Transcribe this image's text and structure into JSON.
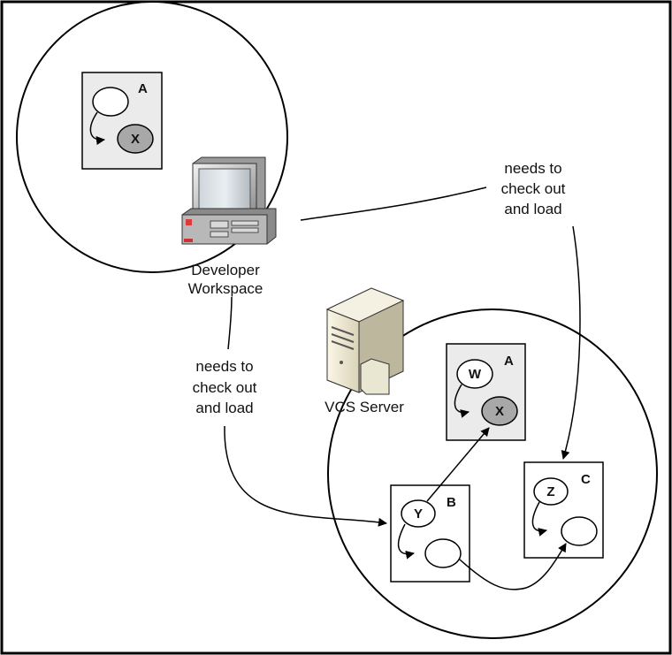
{
  "labels": {
    "developer_line1": "Developer",
    "developer_line2": "Workspace",
    "server": "VCS Server",
    "checkout_left": [
      "needs to",
      "check out",
      "and load"
    ],
    "checkout_right": [
      "needs to",
      "check out",
      "and load"
    ]
  },
  "modules": {
    "workspace_a": {
      "title": "A",
      "nodes": [
        "",
        "X"
      ]
    },
    "server_a": {
      "title": "A",
      "nodes": [
        "W",
        "X"
      ]
    },
    "server_b": {
      "title": "B",
      "nodes": [
        "Y",
        ""
      ]
    },
    "server_c": {
      "title": "C",
      "nodes": [
        "Z",
        ""
      ]
    }
  },
  "colors": {
    "module_fill": "#ebebeb",
    "white_box_fill": "#ffffff",
    "shaded_node": "#a8a8a8",
    "stroke": "#000000"
  }
}
